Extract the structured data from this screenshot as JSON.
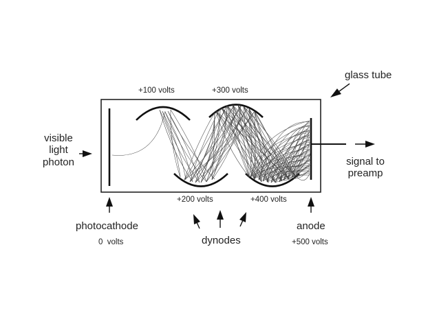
{
  "labels": {
    "glass_tube": "glass tube",
    "volts_100": "+100 volts",
    "volts_300": "+300 volts",
    "volts_200": "+200 volts",
    "volts_400": "+400 volts",
    "visible_light_photon": [
      "visible",
      "light",
      "photon"
    ],
    "signal_to_preamp": [
      "signal to",
      "preamp"
    ],
    "photocathode": "photocathode",
    "photocathode_volts": "0  volts",
    "dynodes": "dynodes",
    "anode": "anode",
    "anode_volts": "+500 volts"
  },
  "colors": {
    "line": "#222222",
    "electron_path": "#444444"
  }
}
